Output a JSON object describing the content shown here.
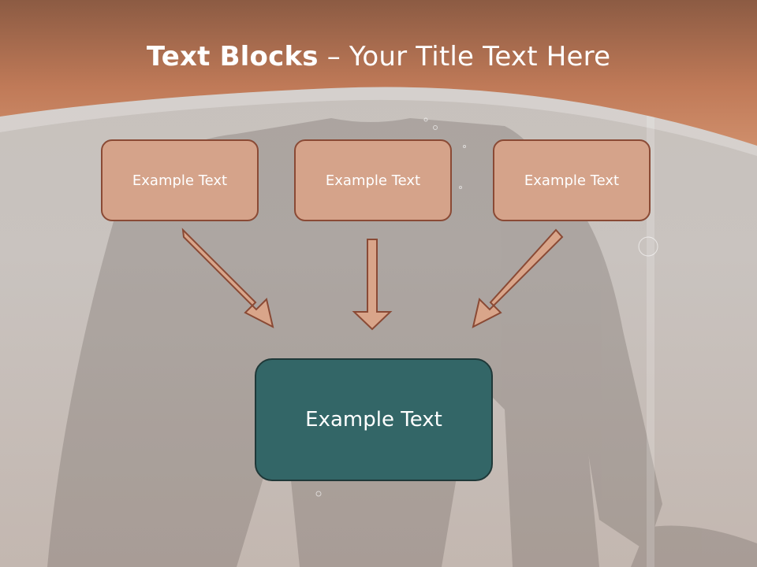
{
  "slide": {
    "title_bold": "Text Blocks",
    "title_rest": " – Your Title Text Here"
  },
  "blocks": [
    {
      "label": "Example Text"
    },
    {
      "label": "Example Text"
    },
    {
      "label": "Example Text"
    }
  ],
  "main_block": {
    "label": "Example Text"
  },
  "colors": {
    "header_orange": "#c6835f",
    "small_block_fill": "#d5a38a",
    "small_block_border": "#8a4a35",
    "main_block_fill": "#336667",
    "arrow_fill": "#d9a58a"
  }
}
